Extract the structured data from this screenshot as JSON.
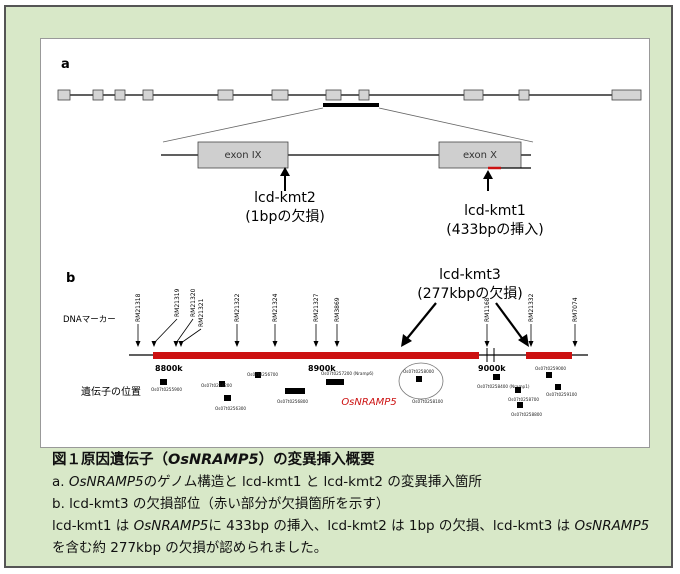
{
  "figure": {
    "panel_a_label": "a",
    "panel_b_label": "b",
    "exon_ix": "exon IX",
    "exon_x": "exon X",
    "kmt2_name": "lcd-kmt2",
    "kmt2_desc": "(1bpの欠損)",
    "kmt1_name": "lcd-kmt1",
    "kmt1_desc": "(433bpの挿入)",
    "kmt3_name": "lcd-kmt3",
    "kmt3_desc": "(277kbpの欠損)",
    "dna_marker_label": "DNAマーカー",
    "gene_position_label": "遺伝子の位置",
    "markers": [
      "RM21318",
      "RM21319",
      "RM21320",
      "RM21321",
      "RM21322",
      "RM21324",
      "RM21327",
      "RM3869",
      "RM1168",
      "RM21332",
      "RM7074"
    ],
    "scale": [
      "8800k",
      "8900k",
      "9000k"
    ],
    "genes": [
      "Os07t0255900",
      "Os07t0256200",
      "Os07t0256300",
      "Os07t0256700",
      "Os07t0256800",
      "Os07t0257200 (Nramp6)",
      "Os07t0258000",
      "Os07t0258100",
      "Os07t0258400 (Nramp1)",
      "Os07t0258700",
      "Os07t0258800",
      "Os07t0259000",
      "Os07t0259100"
    ],
    "osnramp5": "OsNRAMP5"
  },
  "caption": {
    "title_a": "図１原因遺伝子（",
    "title_gene": "OsNRAMP5",
    "title_b": "）の変異挿入概要",
    "line1_a": "a. ",
    "line1_gene": "OsNRAMP5",
    "line1_b": "のゲノム構造と lcd-kmt1 と lcd-kmt2 の変異挿入箇所",
    "line2": "b. lcd-kmt3 の欠損部位（赤い部分が欠損箇所を示す）",
    "line3_a": "lcd-kmt1 は ",
    "line3_gene": "OsNRAMP5",
    "line3_b": "に 433bp の挿入、lcd-kmt2 は 1bp の欠損、lcd-kmt3 は ",
    "line3_gene2": "OsNRAMP5",
    "line4": "を含む約 277kbp の欠損が認められました。"
  },
  "colors": {
    "frame_bg": "#d8e8c8",
    "deletion_red": "#cc1111",
    "exon_gray": "#cfcfcf"
  }
}
